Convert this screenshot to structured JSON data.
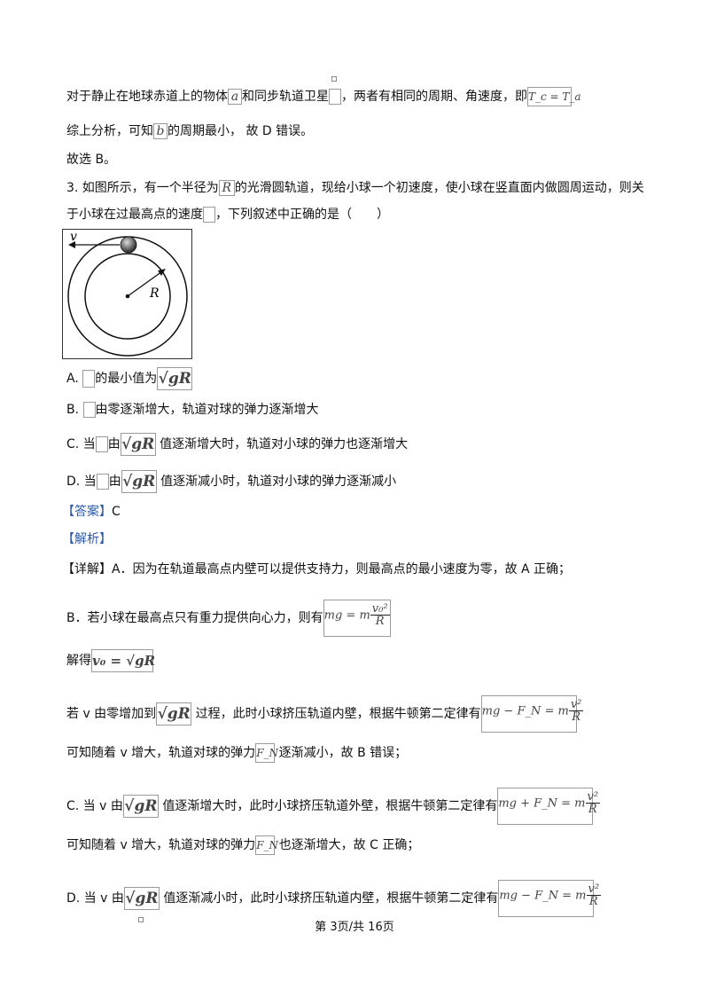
{
  "lines": {
    "l1_a": "对于静止在地球赤道上的物体",
    "l1_box_a": "a",
    "l1_b": "和同步轨道卫星",
    "l1_c": "，两者有相同的周期、角速度，即",
    "l1_formula": "T_c = T_a",
    "l2_a": "综上分析，可知",
    "l2_box_b": "b",
    "l2_b": "的周期最小， 故 D 错误。",
    "l3": "故选 B。",
    "q3_a": "3. 如图所示，有一个半径为",
    "q3_box_R": "R",
    "q3_b": "的光滑圆轨道，现给小球一个初速度，使小球在竖直面内做圆周运动，则关",
    "q3_c": "于小球在过最高点的速度",
    "q3_d": "，下列叙述中正确的是（　　）"
  },
  "figure": {
    "v_label": "v",
    "R_label": "R"
  },
  "options": {
    "A_pre": "A.",
    "A_text": "的最小值为",
    "B_pre": "B.",
    "B_text": "由零逐渐增大，轨道对球的弹力逐渐增大",
    "C_pre": "C. 当",
    "C_mid": "由",
    "C_text": "值逐渐增大时，轨道对小球的弹力也逐渐增大",
    "D_pre": "D. 当",
    "D_mid": "由",
    "D_text": "值逐渐减小时，轨道对小球的弹力逐渐减小",
    "sqrtgR": "√gR"
  },
  "answer": {
    "label": "【答案】",
    "value": "C"
  },
  "analysis": {
    "label": "【解析】"
  },
  "detail": {
    "A": "【详解】A．因为在轨道最高点内壁可以提供支持力，则最高点的最小速度为零，故 A 正确；",
    "B1": "B．若小球在最高点只有重力提供向心力，则有",
    "eq1_left": "mg = m",
    "eq1_num": "v₀²",
    "eq1_den": "R",
    "B2": "解得",
    "eq2": "v₀ = √gR",
    "B3_a": "若  v 由零增加到",
    "B3_b": " 过程，此时小球挤压轨道内壁，根据牛顿第二定律有",
    "eq3_left": "mg − F_N = m",
    "eq3_num": "v²",
    "eq3_den": "R",
    "B4_a": "可知随着  v 增大，轨道对球的弹力",
    "FN": "F_N",
    "B4_b": " 逐渐减小，故 B 错误；",
    "C1_a": "C. 当  v 由",
    "C1_b": " 值逐渐增大时，此时小球挤压轨道外壁，根据牛顿第二定律有",
    "eq4_left": "mg + F_N = m",
    "eq4_num": "v²",
    "eq4_den": "R",
    "C2_a": "可知随着  v 增大，轨道对球的弹力",
    "C2_b": " 也逐渐增大，故 C 正确；",
    "D1_a": "D. 当  v 由",
    "D1_b": " 值逐渐减小时，此时小球挤压轨道内壁，根据牛顿第二定律有",
    "eq5_left": "mg − F_N = m",
    "eq5_num": "v²",
    "eq5_den": "R"
  },
  "footer": {
    "page": "第 3页/共 16页"
  }
}
